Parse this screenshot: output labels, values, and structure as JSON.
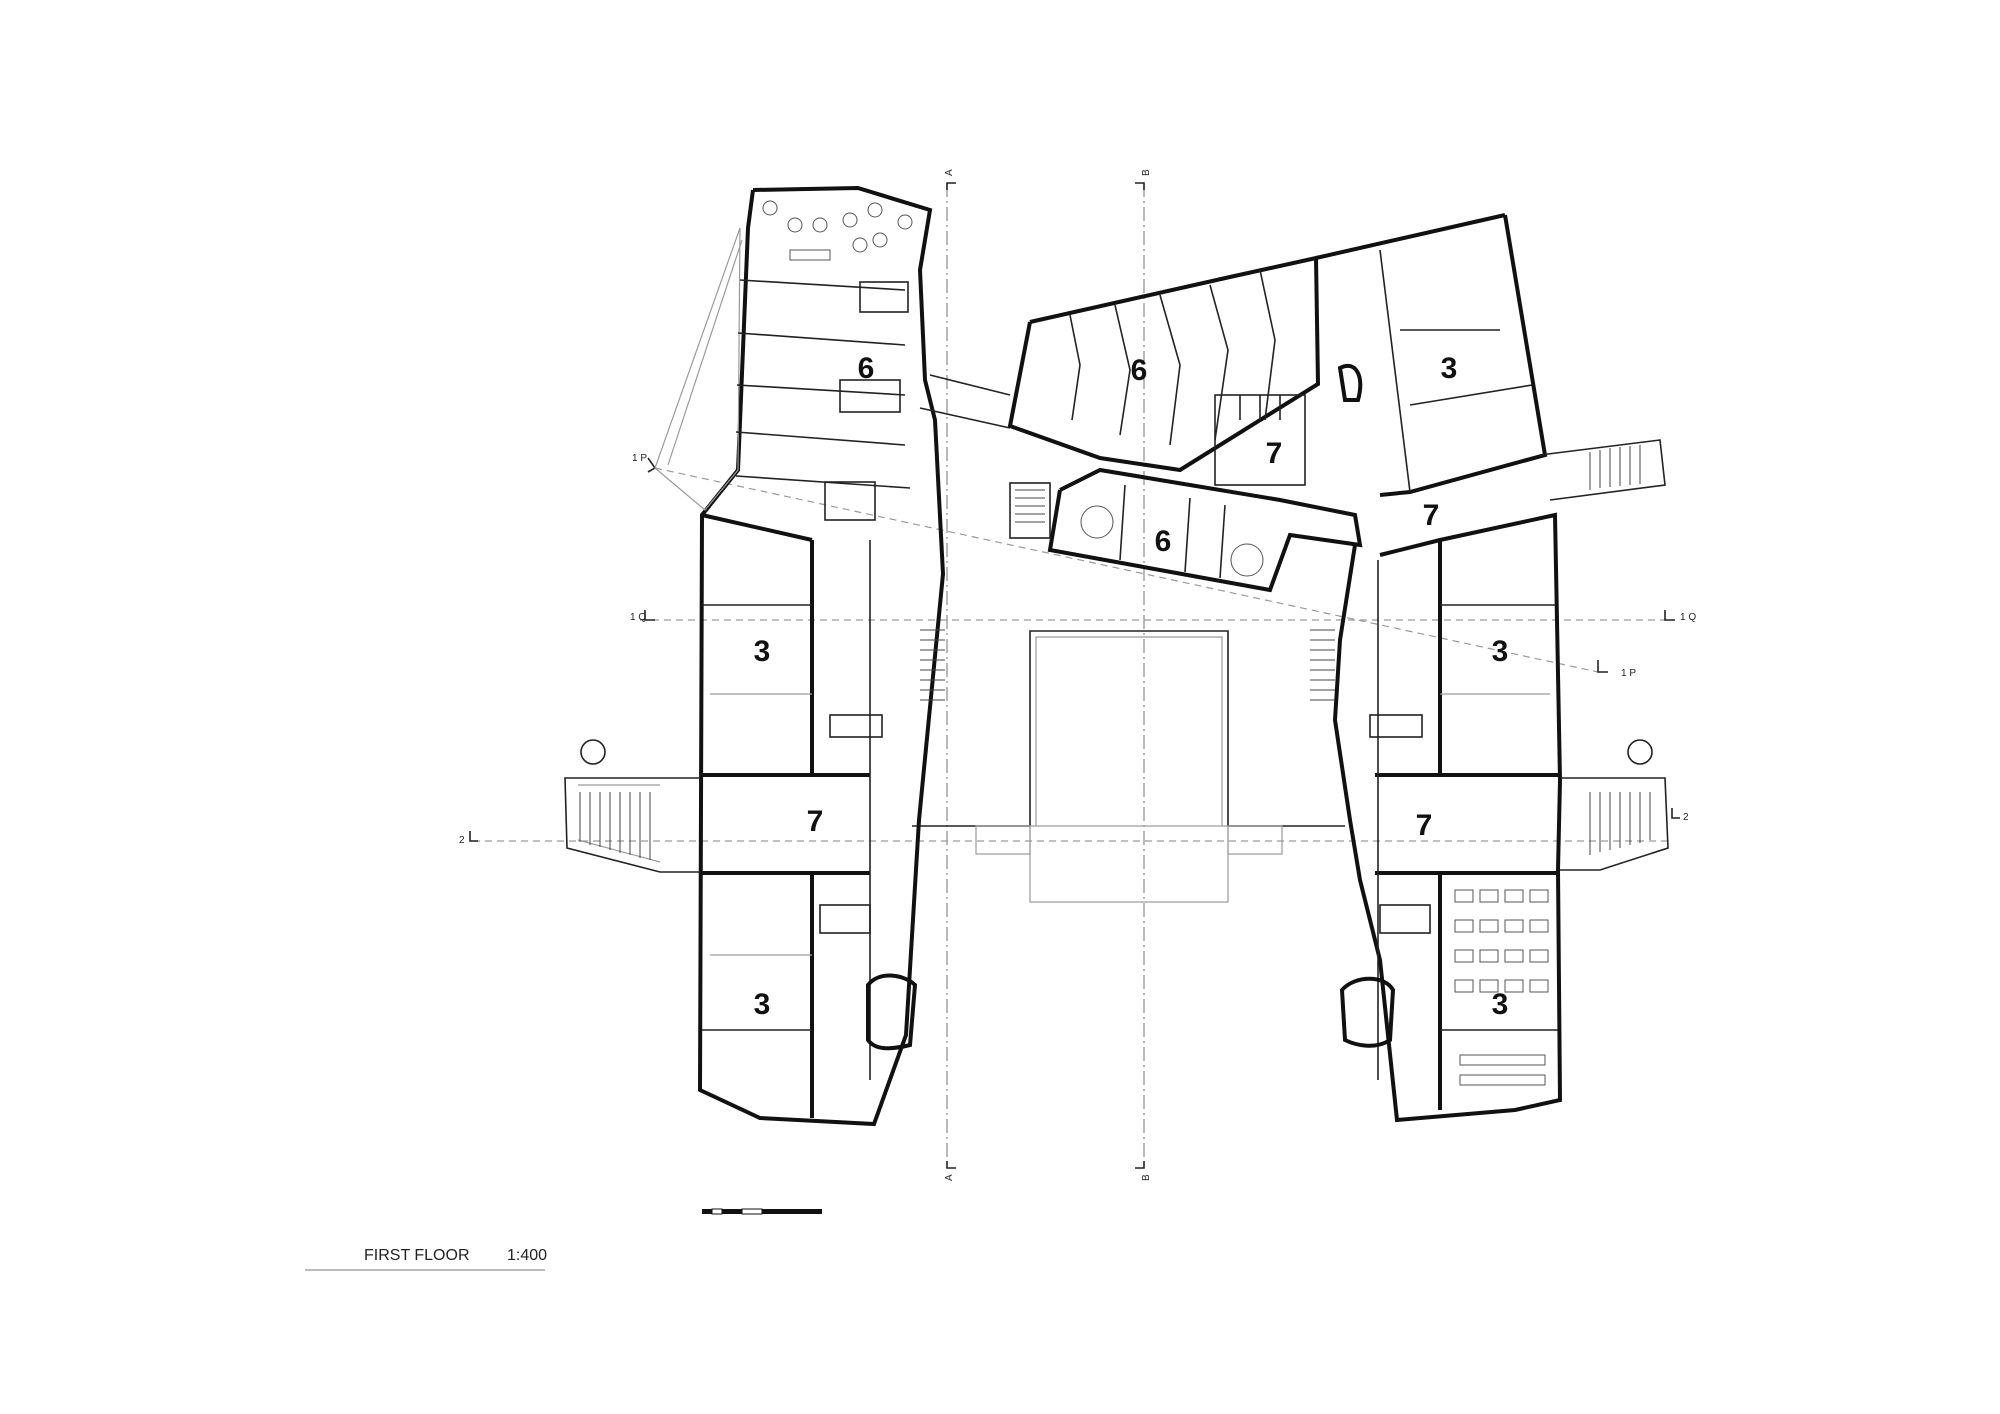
{
  "drawing": {
    "title": "FIRST FLOOR",
    "scale": "1:400"
  },
  "section_markers": {
    "a_top": "A",
    "a_bottom": "A",
    "b_top": "B",
    "b_bottom": "B",
    "p_left": "1 P",
    "p_right": "1 P",
    "q_left": "1 Q",
    "q_right": "1 Q",
    "two_left": "2",
    "two_right": "2"
  },
  "room_numbers": {
    "northwest_upper": "6",
    "north_center": "6",
    "north_center_lower": "6",
    "northeast": "3",
    "north_core": "7",
    "northeast_core": "7",
    "west_upper": "3",
    "west_core": "7",
    "west_lower": "3",
    "east_upper": "3",
    "east_core": "7",
    "east_lower": "3"
  }
}
